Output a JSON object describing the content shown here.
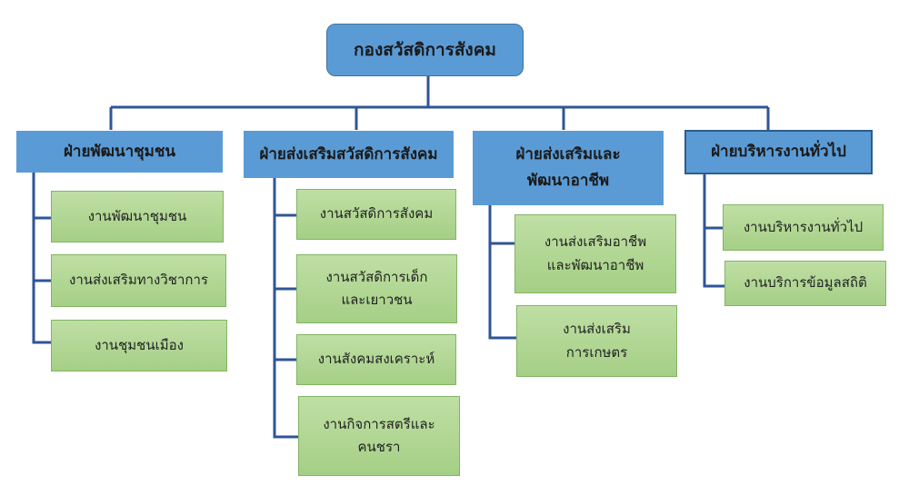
{
  "root": {
    "label": "กองสวัสดิการสังคม"
  },
  "departments": [
    {
      "label": "ฝ่ายพัฒนาชุมชน",
      "units": [
        "งานพัฒนาชุมชน",
        "งานส่งเสริมทางวิชาการ",
        "งานชุมชนเมือง"
      ]
    },
    {
      "label": "ฝ่ายส่งเสริมสวัสดิการสังคม",
      "units": [
        "งานสวัสดิการสังคม",
        "งานสวัสดิการเด็ก\nและเยาวชน",
        "งานสังคมสงเคราะห์",
        "งานกิจการสตรีและ\nคนชรา"
      ]
    },
    {
      "label": "ฝ่ายส่งเสริมและ\nพัฒนาอาชีพ",
      "units": [
        "งานส่งเสริมอาชีพ\nและพัฒนาอาชีพ",
        "งานส่งเสริม\nการเกษตร"
      ]
    },
    {
      "label": "ฝ่ายบริหารงานทั่วไป",
      "units": [
        "งานบริหารงานทั่วไป",
        "งานบริการข้อมูลสถิติ"
      ]
    }
  ]
}
